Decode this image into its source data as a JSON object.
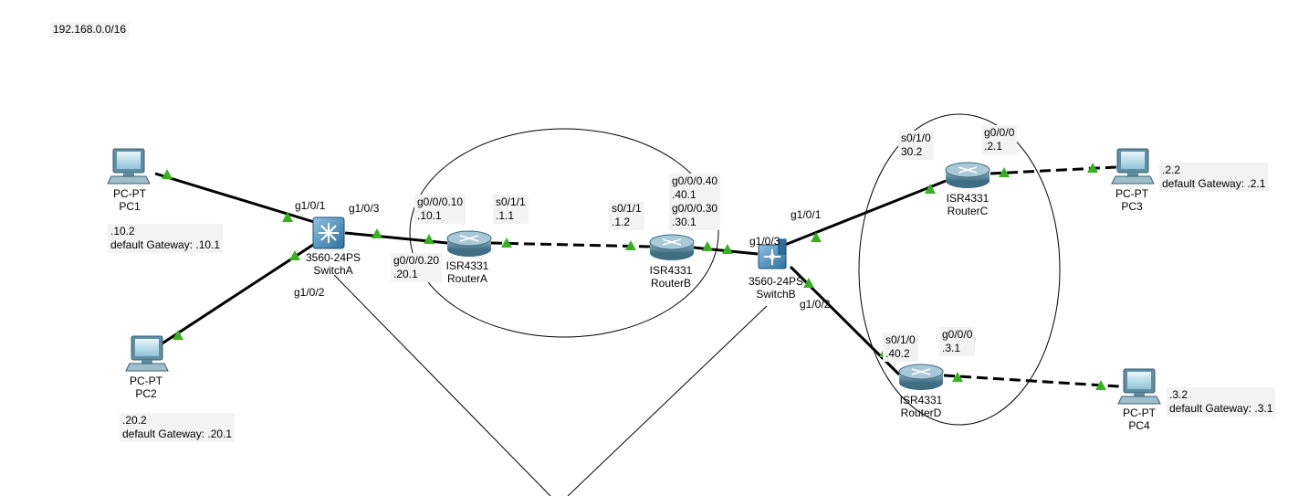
{
  "network": "192.168.0.0/16",
  "colors": {
    "link": "#000000",
    "port_up": "#37b21f",
    "router": "#4f7d93",
    "switch": "#3c83b3",
    "pc": "#7aa7bb"
  },
  "devices": {
    "pc1": {
      "model": "PC-PT",
      "name": "PC1"
    },
    "pc2": {
      "model": "PC-PT",
      "name": "PC2"
    },
    "pc3": {
      "model": "PC-PT",
      "name": "PC3"
    },
    "pc4": {
      "model": "PC-PT",
      "name": "PC4"
    },
    "switchA": {
      "model": "3560-24PS",
      "name": "SwitchA"
    },
    "switchB": {
      "model": "3560-24PS",
      "name": "SwitchB"
    },
    "routerA": {
      "model": "ISR4331",
      "name": "RouterA"
    },
    "routerB": {
      "model": "ISR4331",
      "name": "RouterB"
    },
    "routerC": {
      "model": "ISR4331",
      "name": "RouterC"
    },
    "routerD": {
      "model": "ISR4331",
      "name": "RouterD"
    }
  },
  "hosts": {
    "pc1": {
      "ip": ".10.2",
      "gateway": "default Gateway: .10.1"
    },
    "pc2": {
      "ip": ".20.2",
      "gateway": "default Gateway: .20.1"
    },
    "pc3": {
      "ip": ".2.2",
      "gateway": "default Gateway: .2.1"
    },
    "pc4": {
      "ip": ".3.2",
      "gateway": "default Gateway: .3.1"
    }
  },
  "ports": {
    "switchA_g101": "g1/0/1",
    "switchA_g103": "g1/0/3",
    "switchA_g102": "g1/0/2",
    "switchB_g103": "g1/0/3",
    "switchB_g101": "g1/0/1",
    "switchB_g102": "g1/0/2"
  },
  "interfaces": {
    "routerA_sub10": {
      "name": "g0/0/0.10",
      "ip": ".10.1"
    },
    "routerA_sub20": {
      "name": "g0/0/0.20",
      "ip": ".20.1"
    },
    "routerA_serial": {
      "name": "s0/1/1",
      "ip": ".1.1"
    },
    "routerB_serial": {
      "name": "s0/1/1",
      "ip": ".1.2"
    },
    "routerB_sub40": {
      "name": "g0/0/0.40",
      "ip": ".40.1"
    },
    "routerB_sub30": {
      "name": "g0/0/0.30",
      "ip": ".30.1"
    },
    "routerC_serial": {
      "name": "s0/1/0",
      "ip": "30.2"
    },
    "routerC_g000": {
      "name": "g0/0/0",
      "ip": ".2.1"
    },
    "routerD_serial": {
      "name": "s0/1/0",
      "ip": ".40.2"
    },
    "routerD_g000": {
      "name": "g0/0/0",
      "ip": ".3.1"
    }
  }
}
